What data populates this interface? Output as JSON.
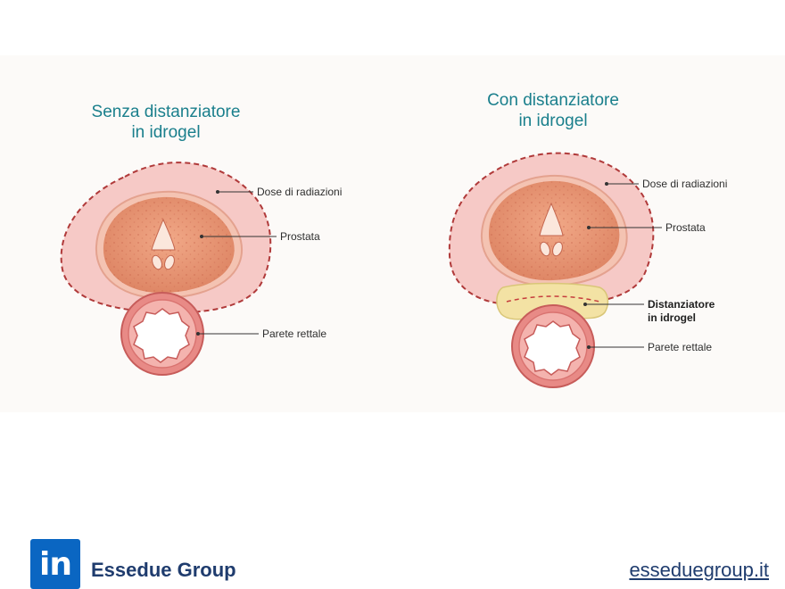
{
  "panels": {
    "left": {
      "title_line1": "Senza distanziatore",
      "title_line2": "in idrogel",
      "labels": {
        "dose": "Dose di radiazioni",
        "prostate": "Prostata",
        "rectal_wall": "Parete rettale"
      }
    },
    "right": {
      "title_line1": "Con distanziatore",
      "title_line2": "in idrogel",
      "labels": {
        "dose": "Dose di radiazioni",
        "prostate": "Prostata",
        "spacer_line1": "Distanziatore",
        "spacer_line2": "in idrogel",
        "rectal_wall": "Parete rettale"
      }
    }
  },
  "footer": {
    "logo_text": "in",
    "company": "Essedue Group",
    "url": "esseduegroup.it"
  },
  "colors": {
    "title": "#1a7f8c",
    "dose_fill": "#f6c9c6",
    "dose_border": "#b03a3a",
    "prostate": "#e79371",
    "spacer": "#f3e2a4",
    "rectum": "#e27a7a",
    "footer_text": "#1f3c6e",
    "linkedin": "#0a66c2"
  }
}
